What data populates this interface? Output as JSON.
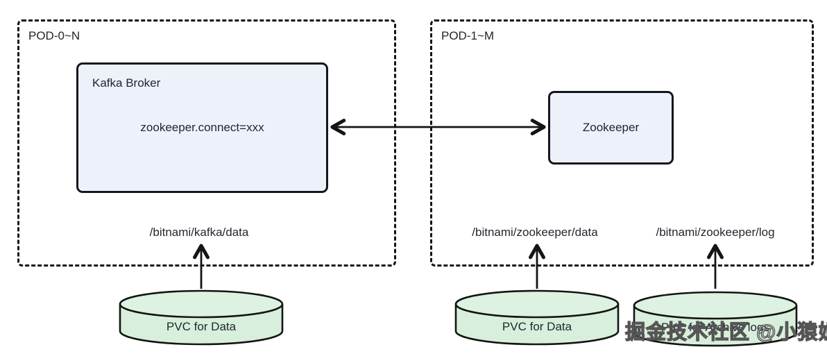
{
  "diagram": {
    "pods": [
      {
        "label": "POD-0~N",
        "component": {
          "title": "Kafka Broker",
          "config": "zookeeper.connect=xxx"
        },
        "mounts": [
          {
            "path": "/bitnami/kafka/data",
            "pvc": "PVC for Data"
          }
        ]
      },
      {
        "label": "POD-1~M",
        "component": {
          "title": "Zookeeper"
        },
        "mounts": [
          {
            "path": "/bitnami/zookeeper/data",
            "pvc": "PVC for Data"
          },
          {
            "path": "/bitnami/zookeeper/log",
            "pvc": "PVC for Archive logs"
          }
        ]
      }
    ],
    "connection": {
      "type": "bidirectional-arrow",
      "from": "Kafka Broker",
      "to": "Zookeeper"
    },
    "watermark": "掘金技术社区 @小猿姐",
    "colors": {
      "node_fill": "#edf1fa",
      "pvc_fill": "#d8efdc",
      "line": "#141414",
      "text": "#21252c",
      "background": "#ffffff"
    }
  }
}
